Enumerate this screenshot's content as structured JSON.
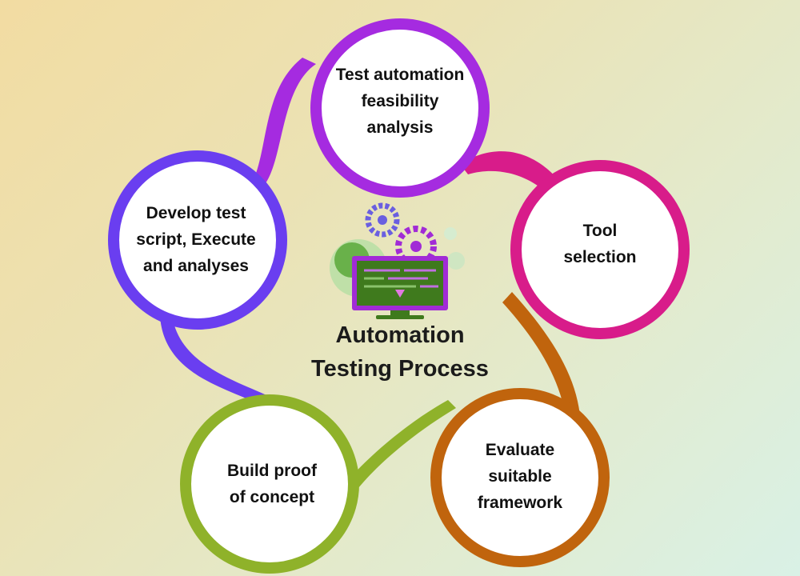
{
  "center": {
    "title": "Automation\nTesting Process",
    "icon": "computer-gears-icon"
  },
  "steps": [
    {
      "label": "Test automation\nfeasibility\nanalysis",
      "color": "#a52be0"
    },
    {
      "label": "Tool\nselection",
      "color": "#d81c8a"
    },
    {
      "label": "Evaluate\nsuitable\nframework",
      "color": "#c0640d"
    },
    {
      "label": "Build proof\nof concept",
      "color": "#8fb22a"
    },
    {
      "label": "Develop test\nscript, Execute\nand analyses",
      "color": "#6a3ef0"
    }
  ],
  "colors": {
    "monitor_frame": "#a12bd6",
    "monitor_screen": "#3f7a1d",
    "gear_blue": "#6a5fe0",
    "gear_purple": "#a12bd6",
    "globe": "#59a83a"
  }
}
